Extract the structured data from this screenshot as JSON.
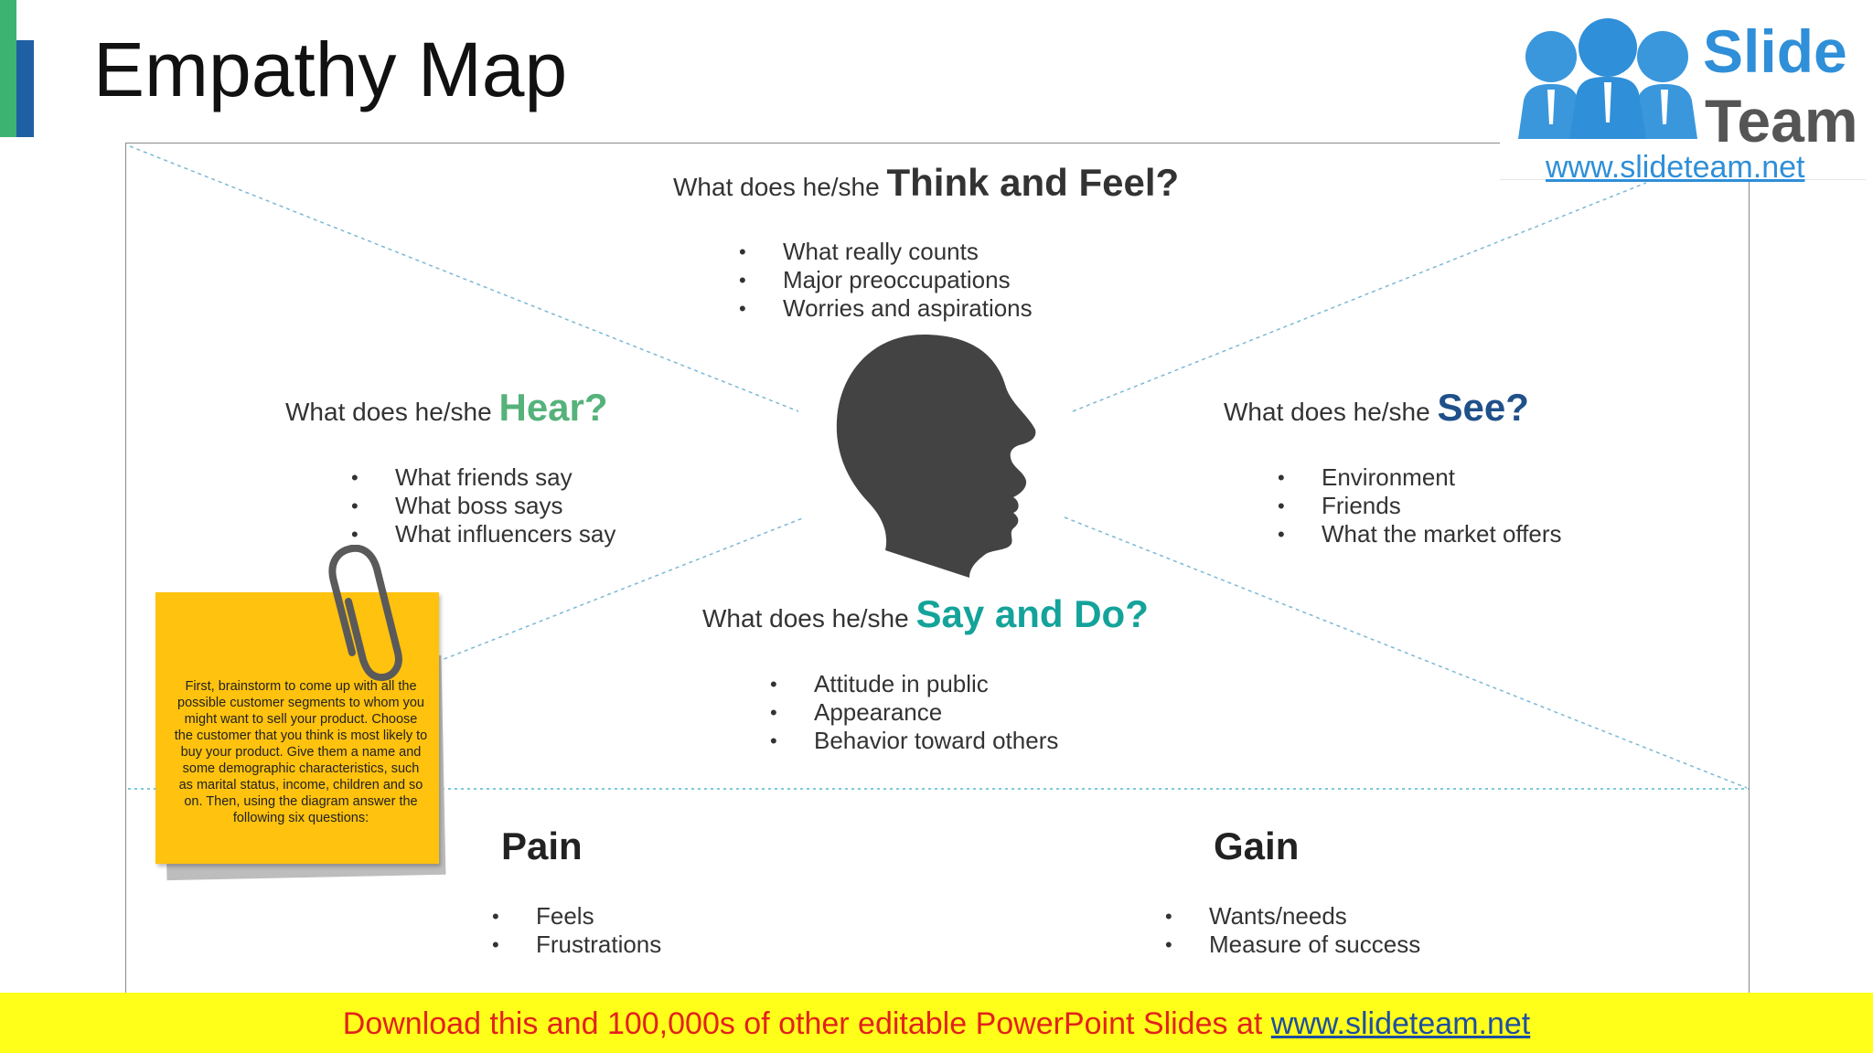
{
  "title": "Empathy Map",
  "logo": {
    "line1": "Slide",
    "line2": "Team",
    "url": "www.slideteam.net"
  },
  "think": {
    "prefix": "What does he/she ",
    "highlight": "Think and Feel?",
    "items": [
      "What really counts",
      "Major preoccupations",
      "Worries and aspirations"
    ]
  },
  "hear": {
    "prefix": "What does he/she ",
    "highlight": "Hear?",
    "items": [
      "What friends say",
      "What boss says",
      "What influencers say"
    ]
  },
  "see": {
    "prefix": "What does he/she ",
    "highlight": "See?",
    "items": [
      "Environment",
      "Friends",
      "What the market offers"
    ]
  },
  "say": {
    "prefix": "What does he/she ",
    "highlight": "Say and Do?",
    "items": [
      "Attitude in public",
      "Appearance",
      "Behavior toward others"
    ]
  },
  "pain": {
    "heading": "Pain",
    "items": [
      "Feels",
      "Frustrations"
    ]
  },
  "gain": {
    "heading": "Gain",
    "items": [
      "Wants/needs",
      "Measure of success"
    ]
  },
  "note": "First, brainstorm to come up with all the possible customer segments to whom you might want to sell your product. Choose the customer that you think is most likely to buy your product.  Give them a name and some demographic characteristics, such as marital status, income, children and so on.  Then, using the diagram answer the following six questions:",
  "banner": {
    "text": "Download this and 100,000s of other editable PowerPoint Slides at ",
    "link": "www.slideteam.net"
  },
  "colors": {
    "green": "#55b27a",
    "blue": "#1f5089",
    "teal": "#14a39a",
    "note": "#ffc20e",
    "banner": "#ffff1a",
    "banner_text": "#e2231a"
  }
}
